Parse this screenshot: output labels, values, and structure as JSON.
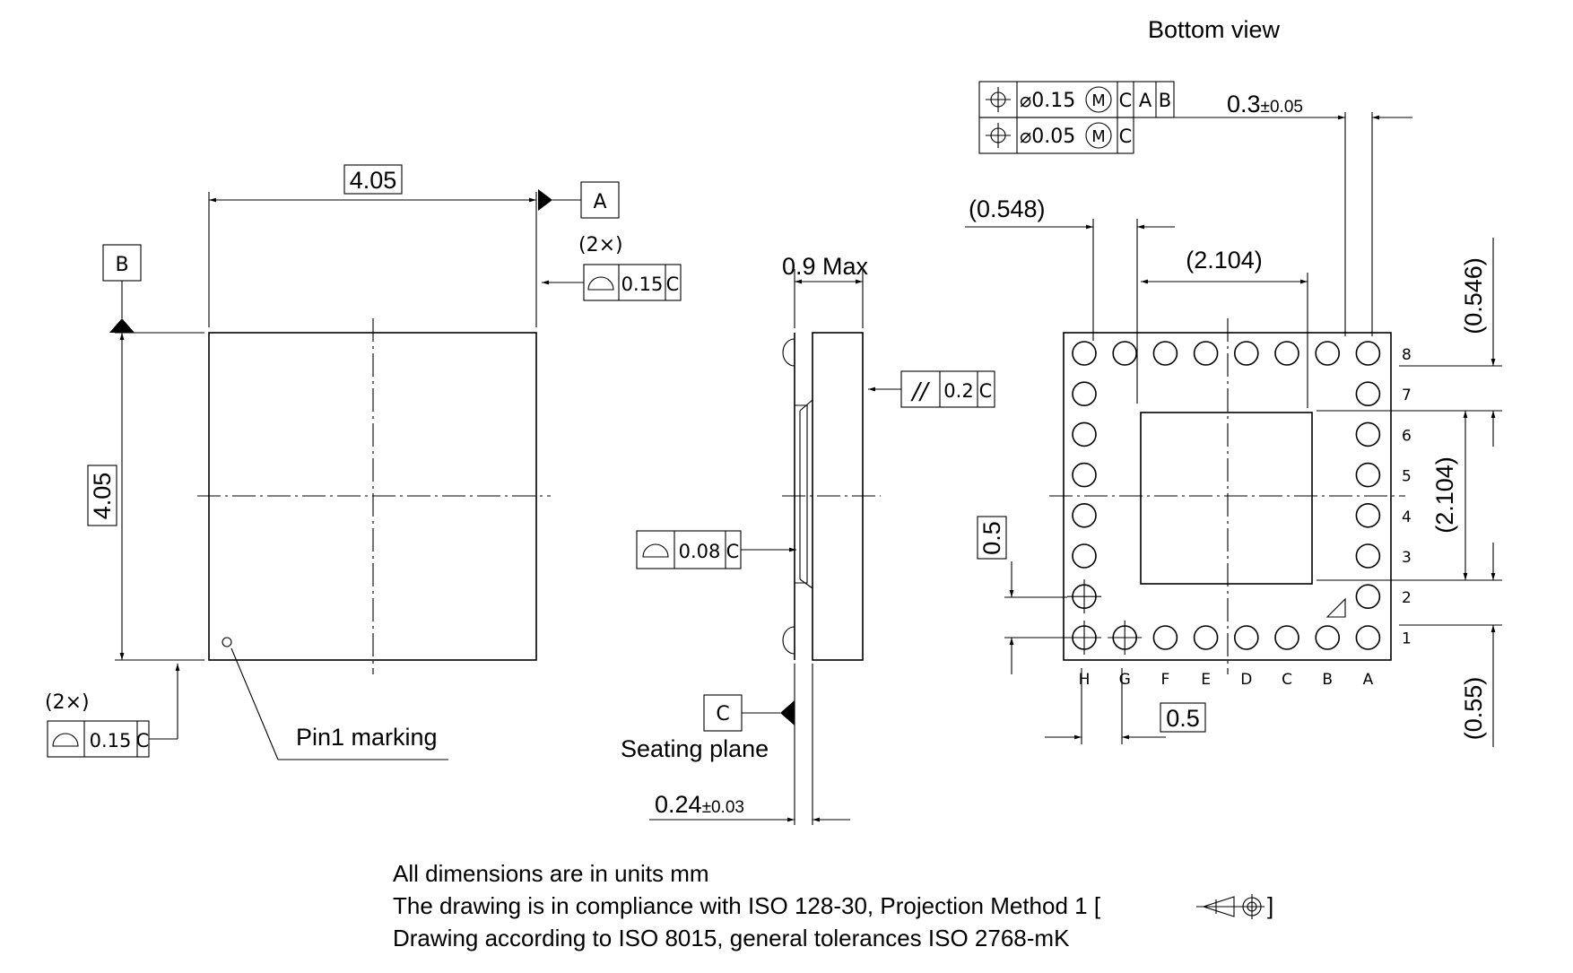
{
  "top_view": {
    "width_label": "4.05",
    "height_label": "4.05",
    "datum_a": "A",
    "datum_b": "B",
    "count_2x_top": "(2×)",
    "count_2x_bottom": "(2×)",
    "flat_tol_top": "0.15",
    "flat_tol_bottom": "0.15",
    "flat_ref_top": "C",
    "flat_ref_bottom": "C",
    "pin1_label": "Pin1 marking"
  },
  "side_view": {
    "max_label": "0.9 Max",
    "parallel_sym": "//",
    "parallel_tol": "0.2",
    "parallel_ref": "C",
    "flat_tol": "0.08",
    "flat_ref": "C",
    "datum_c": "C",
    "seating_label": "Seating plane",
    "standoff_value": "0.24",
    "standoff_tol": "±0.03"
  },
  "bottom_view": {
    "title": "Bottom view",
    "pos_tol_1": "⌀0.15",
    "pos_tol_2": "⌀0.05",
    "mmc_symbol": "M",
    "refs_1": [
      "C",
      "A",
      "B"
    ],
    "refs_2": [
      "C"
    ],
    "pad_value": "0.3",
    "pad_tol": "±0.05",
    "dim_0548": "(0.548)",
    "dim_2104_h": "(2.104)",
    "dim_0546": "(0.546)",
    "dim_2104_v": "(2.104)",
    "dim_055": "(0.55)",
    "pitch_v": "0.5",
    "pitch_h": "0.5",
    "row_labels": [
      "8",
      "7",
      "6",
      "5",
      "4",
      "3",
      "2",
      "1"
    ],
    "col_labels": [
      "H",
      "G",
      "F",
      "E",
      "D",
      "C",
      "B",
      "A"
    ]
  },
  "notes": {
    "line1": "All dimensions are in units mm",
    "line2": "The drawing is in compliance with ISO 128-30, Projection Method 1 [",
    "line2_end": "]",
    "line3": "Drawing according to ISO 8015, general tolerances ISO 2768-mK"
  }
}
